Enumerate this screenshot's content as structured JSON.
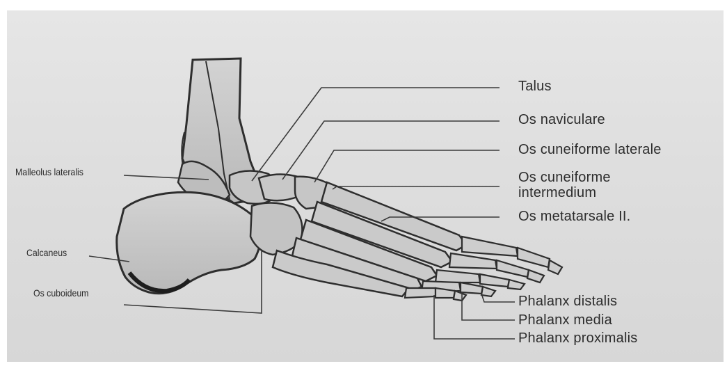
{
  "labels": {
    "talus": "Talus",
    "os_naviculare": "Os naviculare",
    "os_cuneiforme_laterale": "Os cuneiforme laterale",
    "os_cuneiforme_intermedium_line1": "Os cuneiforme",
    "os_cuneiforme_intermedium_line2": "intermedium",
    "os_metatarsale_ii": "Os metatarsale II.",
    "malleolus_lateralis": "Malleolus lateralis",
    "calcaneus": "Calcaneus",
    "os_cuboideum": "Os cuboideum",
    "phalanx_distalis": "Phalanx distalis",
    "phalanx_media": "Phalanx media",
    "phalanx_proximalis": "Phalanx proximalis"
  },
  "colors": {
    "background": "#dedede",
    "bone": "#c9c9c9",
    "bone_shadow": "#2e2e2e",
    "leader_line": "#3a3a3a",
    "text": "#2c2c2c"
  }
}
